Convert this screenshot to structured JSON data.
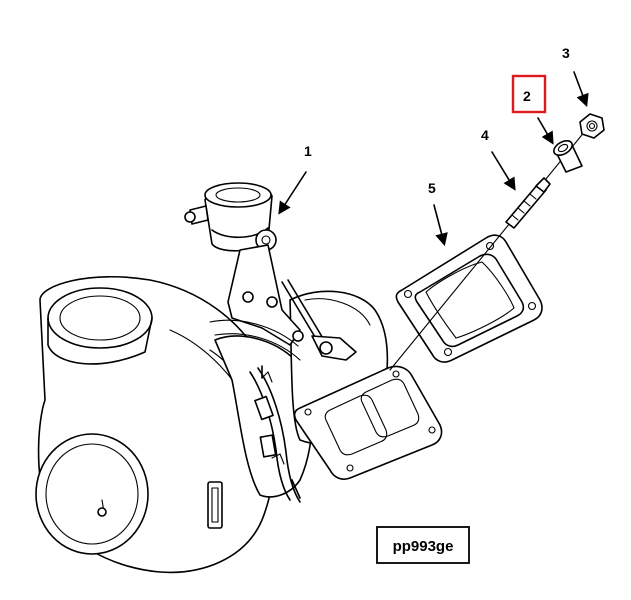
{
  "diagram": {
    "reference_code": "pp993ge",
    "callouts": [
      {
        "id": "1",
        "label": "1"
      },
      {
        "id": "2",
        "label": "2",
        "highlighted": true
      },
      {
        "id": "3",
        "label": "3"
      },
      {
        "id": "4",
        "label": "4"
      },
      {
        "id": "5",
        "label": "5"
      }
    ],
    "highlight_color": "#e0191e"
  }
}
